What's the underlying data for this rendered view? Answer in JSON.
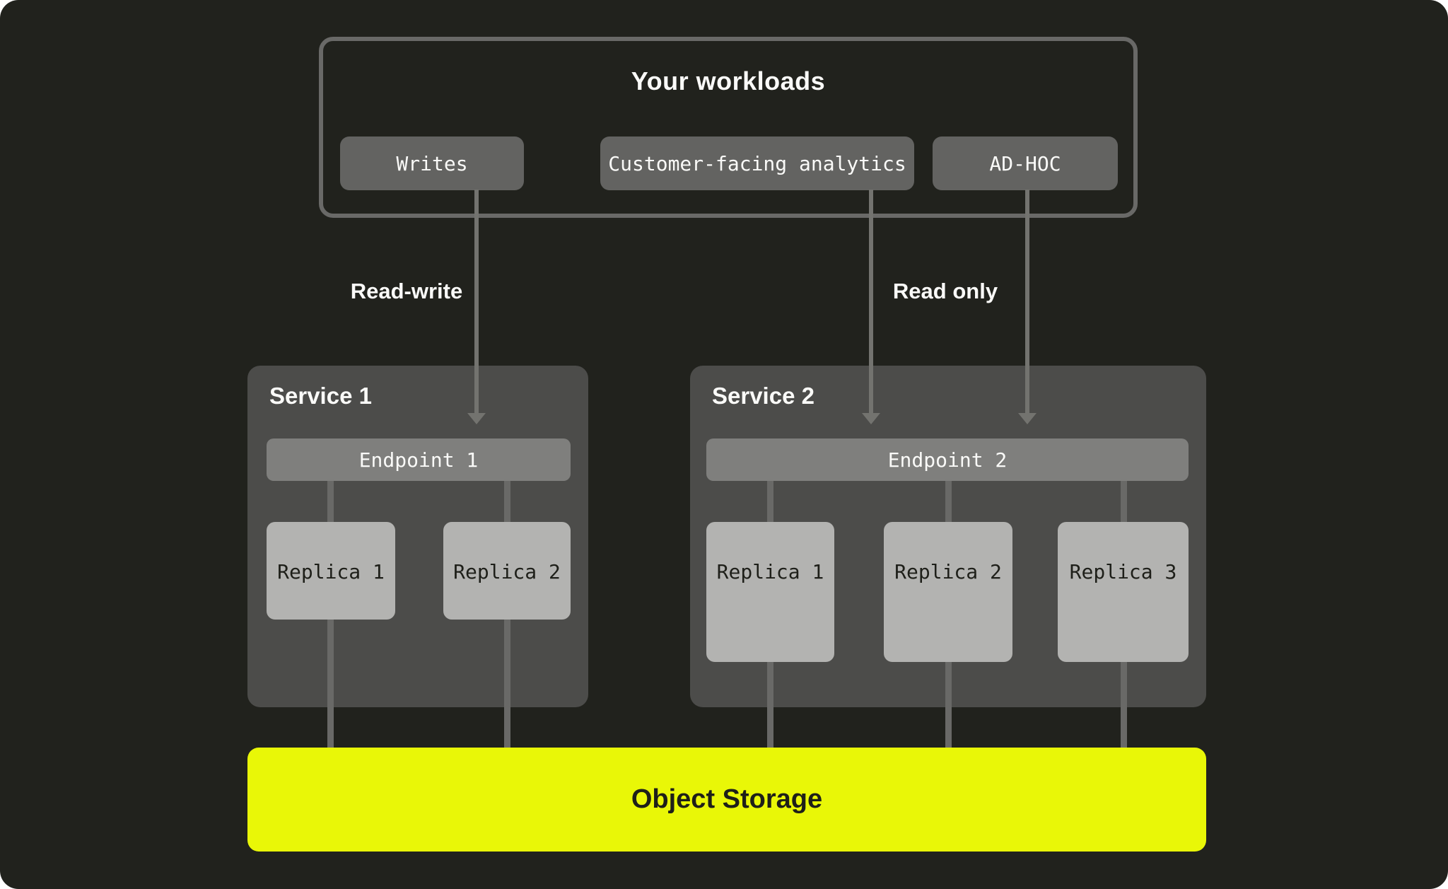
{
  "workloads": {
    "title": "Your workloads",
    "items": [
      {
        "label": "Writes"
      },
      {
        "label": "Customer-facing analytics"
      },
      {
        "label": "AD-HOC"
      }
    ]
  },
  "edges": {
    "read_write": "Read-write",
    "read_only": "Read only"
  },
  "services": [
    {
      "name": "Service 1",
      "endpoint": "Endpoint 1",
      "replicas": [
        "Replica 1",
        "Replica 2"
      ]
    },
    {
      "name": "Service 2",
      "endpoint": "Endpoint 2",
      "replicas": [
        "Replica 1",
        "Replica 2",
        "Replica 3"
      ]
    }
  ],
  "storage": {
    "label": "Object Storage"
  },
  "colors": {
    "background": "#21221d",
    "panel_border": "#696967",
    "workload_chip": "#636361",
    "service_box": "#4c4c4a",
    "endpoint_bar": "#7f7f7d",
    "replica_box": "#b3b3b1",
    "connector": "#696967",
    "arrow": "#73736f",
    "storage_accent": "#e9f707",
    "text_light": "#fafaf8",
    "text_dark": "#1e1f19"
  }
}
